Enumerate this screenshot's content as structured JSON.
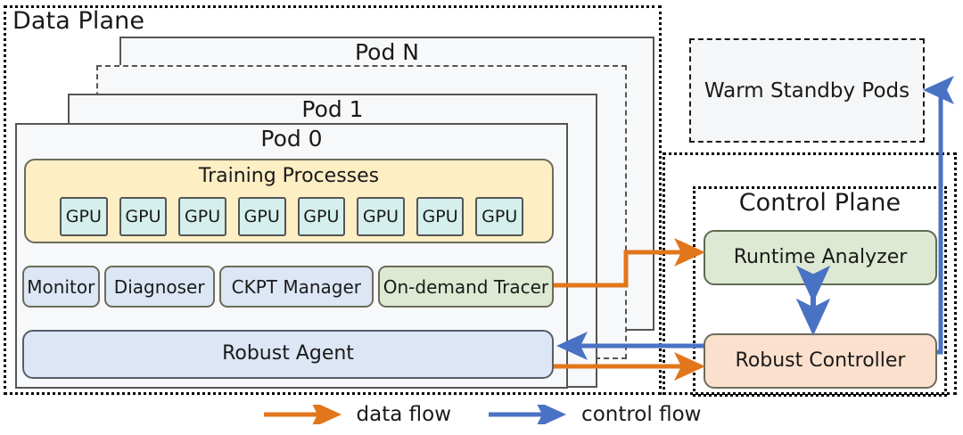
{
  "diagram": {
    "planes": {
      "data_plane": {
        "label": "Data Plane"
      },
      "control_plane": {
        "label": "Control Plane"
      }
    },
    "pods": [
      {
        "id": "pod-n",
        "label": "Pod N"
      },
      {
        "id": "pod-dashed",
        "label": ""
      },
      {
        "id": "pod-1",
        "label": "Pod 1"
      },
      {
        "id": "pod-0",
        "label": "Pod 0"
      }
    ],
    "pod0": {
      "training": {
        "label": "Training Processes"
      },
      "gpus": [
        {
          "label": "GPU"
        },
        {
          "label": "GPU"
        },
        {
          "label": "GPU"
        },
        {
          "label": "GPU"
        },
        {
          "label": "GPU"
        },
        {
          "label": "GPU"
        },
        {
          "label": "GPU"
        },
        {
          "label": "GPU"
        }
      ],
      "components": [
        {
          "id": "monitor",
          "label": "Monitor",
          "color": "#dce6f4"
        },
        {
          "id": "diagnoser",
          "label": "Diagnoser",
          "color": "#dce6f4"
        },
        {
          "id": "ckpt-manager",
          "label": "CKPT Manager",
          "color": "#dce6f4"
        },
        {
          "id": "on-demand-tracer",
          "label": "On-demand Tracer",
          "color": "#dde9d2"
        }
      ],
      "agent": {
        "label": "Robust Agent",
        "color": "#dce6f4"
      }
    },
    "standby": {
      "label": "Warm Standby Pods"
    },
    "control": {
      "analyzer": {
        "label": "Runtime Analyzer",
        "color": "#dde9d2"
      },
      "controller": {
        "label": "Robust Controller",
        "color": "#fbe0cd"
      }
    },
    "legend": [
      {
        "id": "data-flow",
        "label": "data flow",
        "color": "#e2761b"
      },
      {
        "id": "control-flow",
        "label": "control flow",
        "color": "#4a72c4"
      }
    ],
    "colors": {
      "data_flow": "#e2761b",
      "control_flow": "#4a72c4",
      "training_bg": "#fdeec4",
      "gpu_bg": "#d4efec",
      "blue_bg": "#dce6f4",
      "green_bg": "#dde9d2",
      "orange_bg": "#fbe0cd",
      "pod_bg": "#f7f8f9",
      "border": "#555555"
    }
  }
}
